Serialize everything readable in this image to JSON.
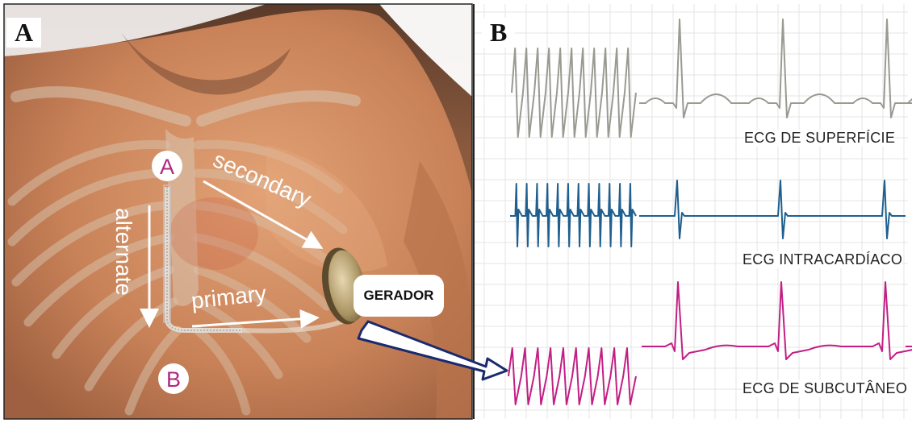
{
  "panels": {
    "a_label": "A",
    "b_label": "B"
  },
  "anatomy": {
    "point_a": "A",
    "point_b": "B",
    "vector_secondary": "secondary",
    "vector_primary": "primary",
    "vector_alternate": "alternate",
    "device_label": "GERADOR"
  },
  "ecg": {
    "surface_label": "ECG DE SUPERFÍCIE",
    "intracardiac_label": "ECG INTRACARDÍACO",
    "subcutaneous_label": "ECG DE SUBCUTÂNEO"
  },
  "colors": {
    "surface_trace": "#9a9a92",
    "intracardiac_trace": "#1f5f8f",
    "subcutaneous_trace": "#c21f84",
    "point_label": "#b0287f",
    "grid": "#e4e4e4",
    "connector_arrow": "#1a2a6e"
  }
}
